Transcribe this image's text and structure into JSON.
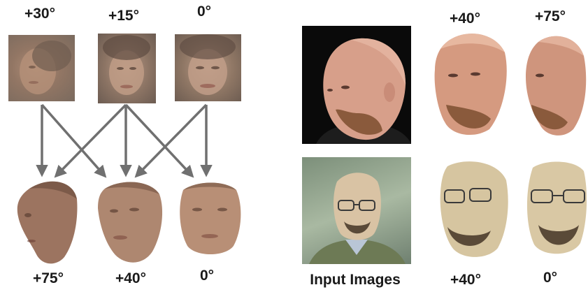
{
  "left_panel": {
    "top_angles": [
      "+30°",
      "+15°",
      "0°"
    ],
    "bottom_angles": [
      "+75°",
      "+40°",
      "0°"
    ]
  },
  "right_panel": {
    "top_angles": [
      "+40°",
      "+75°"
    ],
    "bottom_angles": [
      "+40°",
      "0°"
    ],
    "input_caption": "Input Images"
  }
}
